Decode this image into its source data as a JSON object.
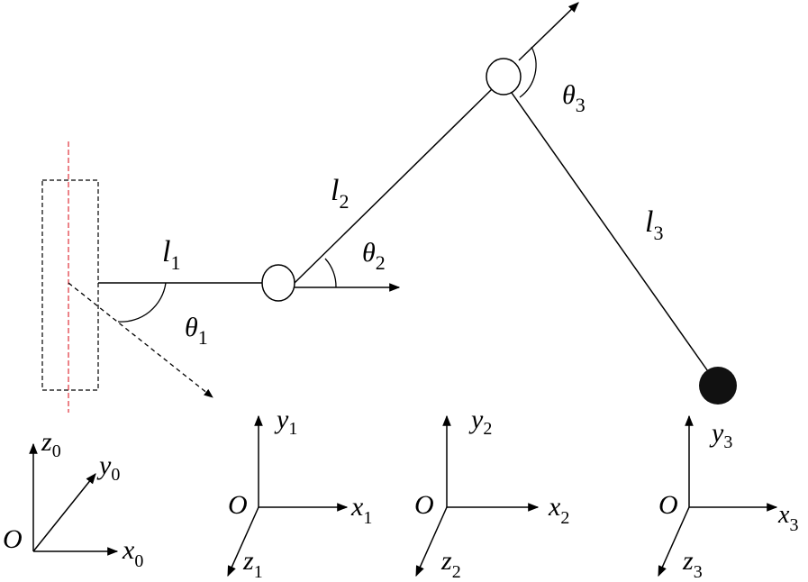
{
  "diagram": {
    "links": [
      {
        "id": "l1",
        "base": "l",
        "subscript": "1"
      },
      {
        "id": "l2",
        "base": "l",
        "subscript": "2"
      },
      {
        "id": "l3",
        "base": "l",
        "subscript": "3"
      }
    ],
    "angles": [
      {
        "id": "theta1",
        "base": "θ",
        "subscript": "1"
      },
      {
        "id": "theta2",
        "base": "θ",
        "subscript": "2"
      },
      {
        "id": "theta3",
        "base": "θ",
        "subscript": "3"
      }
    ],
    "frames": [
      {
        "id": "frame0",
        "origin": "O",
        "x": {
          "base": "x",
          "subscript": "0"
        },
        "y": {
          "base": "y",
          "subscript": "0"
        },
        "z": {
          "base": "z",
          "subscript": "0"
        }
      },
      {
        "id": "frame1",
        "origin": "O",
        "x": {
          "base": "x",
          "subscript": "1"
        },
        "y": {
          "base": "y",
          "subscript": "1"
        },
        "z": {
          "base": "z",
          "subscript": "1"
        }
      },
      {
        "id": "frame2",
        "origin": "O",
        "x": {
          "base": "x",
          "subscript": "2"
        },
        "y": {
          "base": "y",
          "subscript": "2"
        },
        "z": {
          "base": "z",
          "subscript": "2"
        }
      },
      {
        "id": "frame3",
        "origin": "O",
        "x": {
          "base": "x",
          "subscript": "3"
        },
        "y": {
          "base": "y",
          "subscript": "3"
        },
        "z": {
          "base": "z",
          "subscript": "3"
        }
      }
    ],
    "colors": {
      "line": "#000000",
      "axis_dashed": "#e0303a",
      "end_effector": "#111111"
    }
  }
}
